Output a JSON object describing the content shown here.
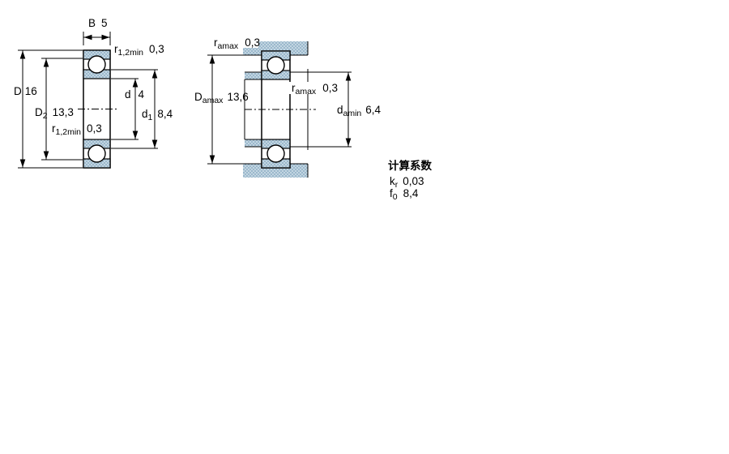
{
  "figure1": {
    "b": {
      "sym": "B",
      "val": "5"
    },
    "r_top": {
      "sym": "r",
      "sub": "1,2min",
      "val": "0,3"
    },
    "D": {
      "sym": "D",
      "val": "16"
    },
    "D2": {
      "sym": "D",
      "sub": "2",
      "val": "13,3"
    },
    "r_bot": {
      "sym": "r",
      "sub": "1,2min",
      "val": "0,3"
    },
    "d": {
      "sym": "d",
      "val": "4"
    },
    "d1": {
      "sym": "d",
      "sub": "1",
      "val": "8,4"
    }
  },
  "figure2": {
    "ra_top": {
      "sym": "r",
      "sub": "amax",
      "val": "0,3"
    },
    "Da": {
      "sym": "D",
      "sub": "amax",
      "val": "13,6"
    },
    "ra_mid": {
      "sym": "r",
      "sub": "amax",
      "val": "0,3"
    },
    "da": {
      "sym": "d",
      "sub": "amin",
      "val": "6,4"
    }
  },
  "factors": {
    "heading": "计算系数",
    "kr": {
      "sym": "k",
      "sub": "r",
      "val": "0,03"
    },
    "f0": {
      "sym": "f",
      "sub": "0",
      "val": "8,4"
    }
  },
  "colors": {
    "steel_base": "#c3d6e2",
    "steel_dot": "#7fa3bd",
    "line": "#000000",
    "background": "#ffffff"
  }
}
